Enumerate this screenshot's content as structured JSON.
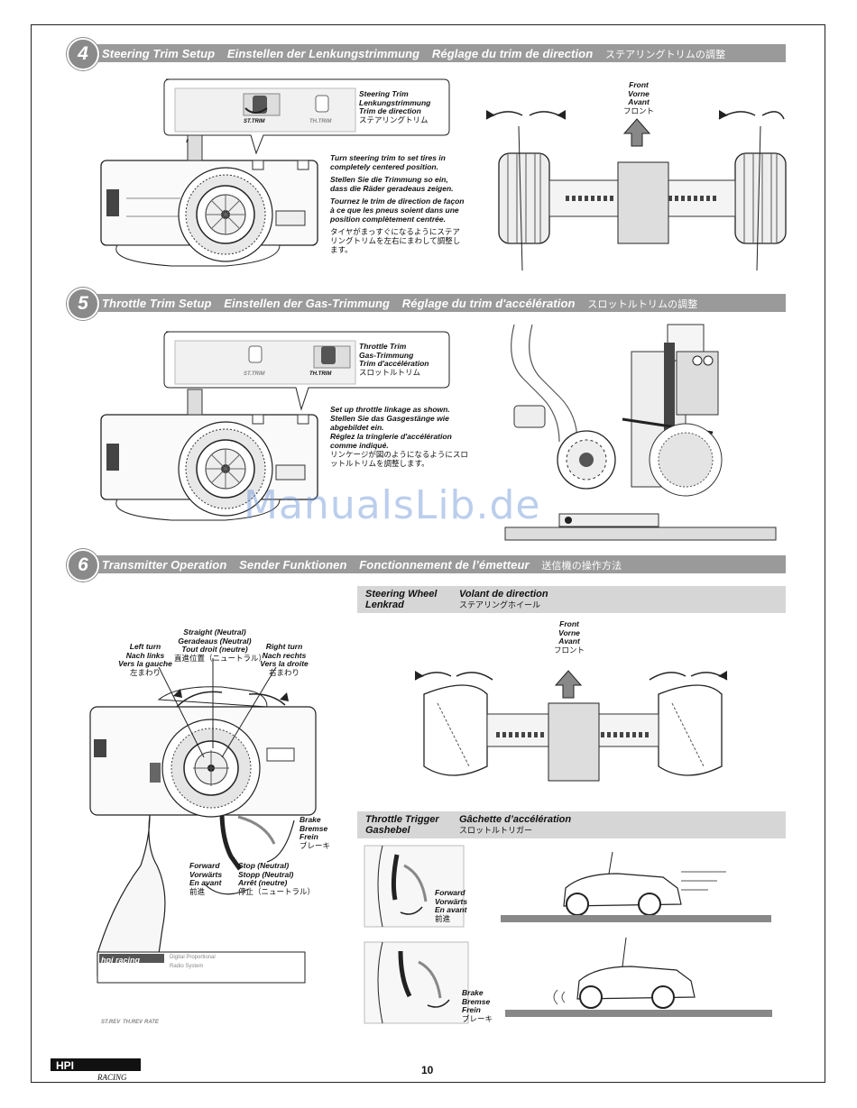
{
  "page_number": "10",
  "watermark": "ManualsLib.de",
  "brand_logo": {
    "main": "HPI",
    "script": "RACING"
  },
  "sections": [
    {
      "number": "4",
      "titles": [
        "Steering Trim Setup",
        "Einstellen der Lenkungstrimmung",
        "Réglage du trim de direction"
      ],
      "title_jp": "ステアリングトリムの調整",
      "callout": [
        "Steering Trim",
        "Lenkungstrimmung",
        "Trim de direction"
      ],
      "callout_jp": "ステアリングトリム",
      "dial_label": "ST.TRIM",
      "dial_label2": "TH.TRIM",
      "instructions": [
        "Turn steering trim to set tires in completely centered position.",
        "Stellen Sie die Trimmung so ein, dass die Räder geradeaus zeigen.",
        "Tournez le trim de direction de façon à ce que les pneus soient dans une position complètement centrée."
      ],
      "instructions_jp": "タイヤがまっすぐになるようにステアリングトリムを左右にまわして調整します。",
      "front_label": [
        "Front",
        "Vorne",
        "Avant"
      ],
      "front_label_jp": "フロント"
    },
    {
      "number": "5",
      "titles": [
        "Throttle Trim Setup",
        "Einstellen der Gas-Trimmung",
        "Réglage du trim d'accélération"
      ],
      "title_jp": "スロットルトリムの調整",
      "callout": [
        "Throttle Trim",
        "Gas-Trimmung",
        "Trim d'accélération"
      ],
      "callout_jp": "スロットルトリム",
      "dial_label": "ST.TRIM",
      "dial_label2": "TH.TRIM",
      "instructions": [
        "Set up throttle linkage as shown.",
        "Stellen Sie das Gasgestänge wie abgebildet ein.",
        "Réglez la tringlerie d'accélération comme indiqué."
      ],
      "instructions_jp": "リンケージが図のようになるようにスロットルトリムを調整します。"
    },
    {
      "number": "6",
      "titles": [
        "Transmitter Operation",
        "Sender Funktionen",
        "Fonctionnement de l’émetteur"
      ],
      "title_jp": "送信機の操作方法",
      "steering_header": {
        "col1": [
          "Steering Wheel",
          "Lenkrad"
        ],
        "col2": "Volant de direction",
        "col2_jp": "ステアリングホイール"
      },
      "throttle_header": {
        "col1": [
          "Throttle Trigger",
          "Gashebel"
        ],
        "col2": "Gâchette d’accélération",
        "col2_jp": "スロットルトリガー"
      },
      "straight": [
        "Straight (Neutral)",
        "Geradeaus (Neutral)",
        "Tout droit (neutre)"
      ],
      "straight_jp": "直進位置（ニュートラル）",
      "left": [
        "Left turn",
        "Nach links",
        "Vers la gauche"
      ],
      "left_jp": "左まわり",
      "right": [
        "Right turn",
        "Nach rechts",
        "Vers la droite"
      ],
      "right_jp": "右まわり",
      "brake": [
        "Brake",
        "Bremse",
        "Frein"
      ],
      "brake_jp": "ブレーキ",
      "forward": [
        "Forward",
        "Vorwärts",
        "En avant"
      ],
      "forward_jp": "前進",
      "stop": [
        "Stop (Neutral)",
        "Stopp (Neutral)",
        "Arrêt (neutre)"
      ],
      "stop_jp": "停止（ニュートラル）",
      "front_label": [
        "Front",
        "Vorne",
        "Avant"
      ],
      "front_label_jp": "フロント",
      "tx_brand": "hpi racing",
      "tx_text": [
        "Digital Proportional",
        "Radio System"
      ],
      "tx_switch_labels": [
        "ST.REV",
        "TH.REV",
        "RATE"
      ]
    }
  ]
}
